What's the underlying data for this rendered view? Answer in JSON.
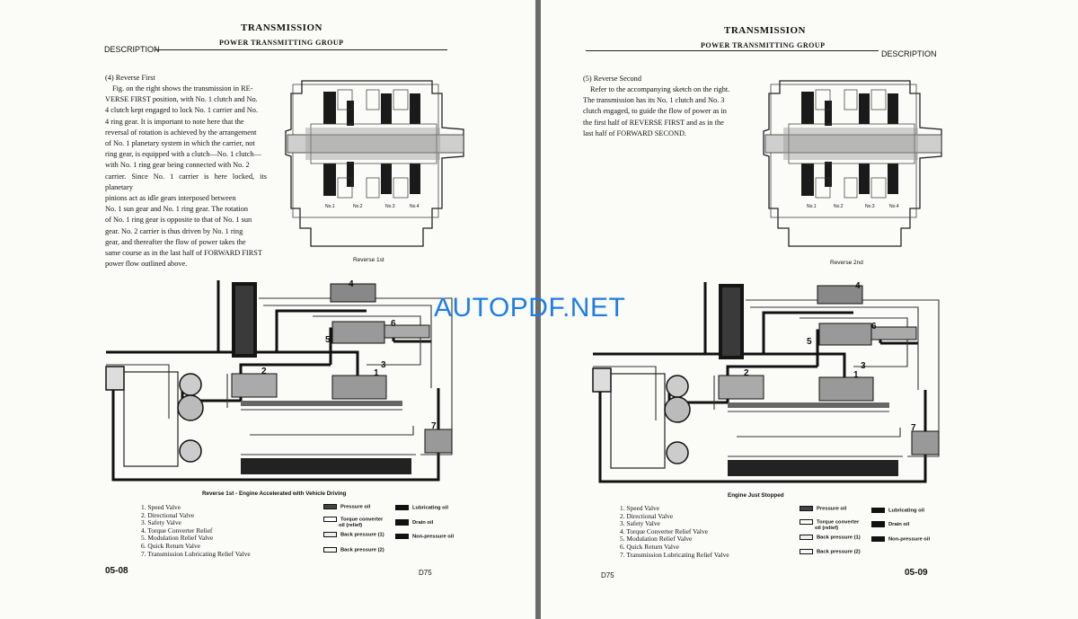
{
  "watermark": "AUTOPDF.NET",
  "left": {
    "title": "TRANSMISSION",
    "subtitle": "POWER TRANSMITTING GROUP",
    "description_label": "DESCRIPTION",
    "section_heading": "(4)   Reverse First",
    "paragraph": [
      "Fig. on the right shows the transmission in RE-",
      "VERSE FIRST position, with No. 1 clutch and No.",
      "4 clutch kept engaged to lock No. 1 carrier and No.",
      "4 ring gear.  It is important to note here that the",
      "reversal of rotation is achieved by the arrangement",
      "of No. 1 planetary system in which the carrier, not",
      "ring gear, is equipped with a clutch—No. 1 clutch—",
      "with No. 1 ring gear being connected with No. 2",
      "carrier.  Since No. 1 carrier is here locked, its planetary",
      "pinions act as idle gears interposed between",
      "No. 1 sun gear and No. 1 ring gear.  The rotation",
      "of No. 1 ring gear is opposite to that of No. 1 sun",
      "gear.  No. 2 carrier is thus driven by No. 1 ring",
      "gear, and thereafter the flow of power takes the",
      "same course as in the last half of FORWARD FIRST",
      "power flow outlined above."
    ],
    "clutch_labels": [
      "No.1",
      "No.2",
      "No.3",
      "No.4"
    ],
    "sketch_caption": "Reverse  1st",
    "diagram_caption": "Reverse 1st - Engine Accelerated with Vehicle Driving",
    "diagram_callouts": [
      "4",
      "6",
      "5",
      "2",
      "3",
      "1",
      "7"
    ],
    "legend": [
      "1.   Speed Valve",
      "2.   Directional Valve",
      "3.   Safety Valve",
      "4.   Torque Converter Relief",
      "5.   Modulation Relief Valve",
      "6.   Quick Return Valve",
      "7.   Transmission Lubricating Relief Valve"
    ],
    "key": {
      "pressure": "Pressure oil",
      "lubricating": "Lubricating oil",
      "converter_1": "Torque converter",
      "converter_2": "oil (relief)",
      "drain": "Drain oil",
      "back1": "Back pressure (1)",
      "nonpressure": "Non-pressure oil",
      "back2": "Back pressure (2)"
    },
    "page_number": "05-08",
    "model": "D75"
  },
  "right": {
    "title": "TRANSMISSION",
    "subtitle": "POWER TRANSMITTING GROUP",
    "description_label": "DESCRIPTION",
    "section_heading": "(5)   Reverse Second",
    "paragraph": [
      "Refer to the accompanying sketch on the right.",
      "The transmission has its No. 1 clutch and No. 3",
      "clutch engaged, to guide the flow of power as in",
      "the first half of REVERSE FIRST and as in the",
      "last half of FORWARD SECOND."
    ],
    "clutch_labels": [
      "No.1",
      "No.2",
      "No.3",
      "No.4"
    ],
    "sketch_caption": "Reverse  2nd",
    "diagram_caption": "Engine Just Stopped",
    "diagram_callouts": [
      "4",
      "6",
      "5",
      "2",
      "3",
      "1",
      "7"
    ],
    "legend": [
      "1.   Speed Valve",
      "2.   Directional Valve",
      "3.   Safety Valve",
      "4.   Torque Converter Relief Valve",
      "5.   Modulation Relief Valve",
      "6.   Quick Return Valve",
      "7.   Transmission Lubricating Relief Valve"
    ],
    "key": {
      "pressure": "Pressure oil",
      "lubricating": "Lubricating oil",
      "converter_1": "Torque converter",
      "converter_2": "oil (relief)",
      "drain": "Drain oil",
      "back1": "Back pressure (1)",
      "nonpressure": "Non-pressure oil",
      "back2": "Back pressure (2)"
    },
    "page_number": "05-09",
    "model": "D75"
  }
}
